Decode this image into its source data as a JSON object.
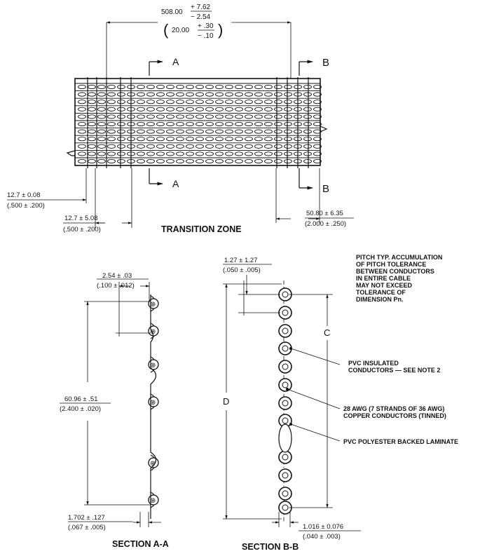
{
  "overall_length": {
    "value": "508.00",
    "tol_plus": "+ 7.62",
    "tol_minus": "− 2.54",
    "inch_value": "20.00",
    "inch_tol_plus": "+ .30",
    "inch_tol_minus": "− .10"
  },
  "section_markers": {
    "a": "A",
    "b": "B"
  },
  "dims_transition": {
    "left_outer": {
      "mm": "12.7 ± 0.08",
      "inch": "(.500 ± .200)"
    },
    "left_inner": {
      "mm": "12.7 ± 5.08",
      "inch": "(.500 ± .200)"
    },
    "right": {
      "mm": "50.80 ± 6.35",
      "inch": "(2.000 ± .250)"
    }
  },
  "transition_zone_label": "TRANSITION ZONE",
  "section_aa": {
    "title": "SECTION A-A",
    "pitch": {
      "mm": "2.54 ± .03",
      "inch": "(.100 ± .012)"
    },
    "width": {
      "mm": "60.96 ± .51",
      "inch": "(2.400 ± .020)"
    },
    "edge": {
      "mm": "1.702 ± .127",
      "inch": "(.067 ± .005)"
    }
  },
  "section_bb": {
    "title": "SECTION B-B",
    "pitch": {
      "mm": "1.27 ± 1.27",
      "inch": "(.050 ± .005)"
    },
    "label_c": "C",
    "label_d": "D",
    "thickness": {
      "mm": "1.016 ± 0.076",
      "inch": "(.040 ± .003)"
    }
  },
  "pitch_note": [
    "PITCH TYP. ACCUMULATION",
    "OF PITCH TOLERANCE",
    "BETWEEN CONDUCTORS",
    "IN ENTIRE CABLE",
    "MAY NOT EXCEED",
    "TOLERANCE OF",
    "DIMENSION Pn."
  ],
  "callouts": {
    "pvc_insulated": [
      "PVC INSULATED",
      "CONDUCTORS — SEE NOTE 2"
    ],
    "awg": [
      "28 AWG (7 STRANDS OF 36 AWG)",
      "COPPER CONDUCTORS (TINNED)"
    ],
    "laminate": [
      "PVC POLYESTER BACKED LAMINATE"
    ]
  }
}
